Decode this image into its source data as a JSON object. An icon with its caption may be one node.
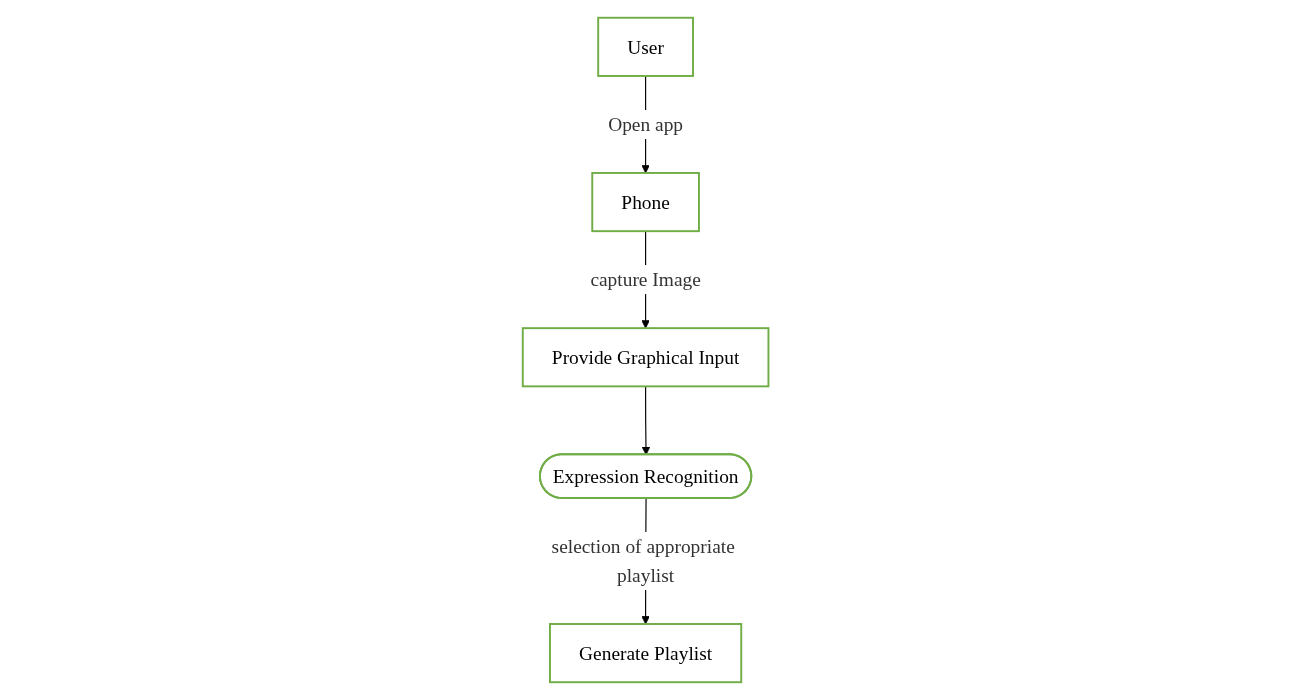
{
  "diagram": {
    "nodes": [
      {
        "text": [
          "User"
        ]
      },
      {
        "text": [
          "Phone"
        ]
      },
      {
        "text": [
          "Provide Graphical Input"
        ]
      },
      {
        "text": [
          "Expression Recognition"
        ]
      },
      {
        "text": [
          "Generate Playlist"
        ]
      }
    ],
    "edges": [
      {
        "from": 0,
        "to": 1,
        "arrow": "to",
        "label": "Open app"
      },
      {
        "from": 1,
        "to": 2,
        "arrow": "to",
        "label": "capture Image"
      },
      {
        "from": 2,
        "to": 3,
        "arrow": "to"
      },
      {
        "from": 3,
        "to": 4,
        "arrow": "to",
        "label": "selection of appropriate playlist"
      }
    ]
  }
}
